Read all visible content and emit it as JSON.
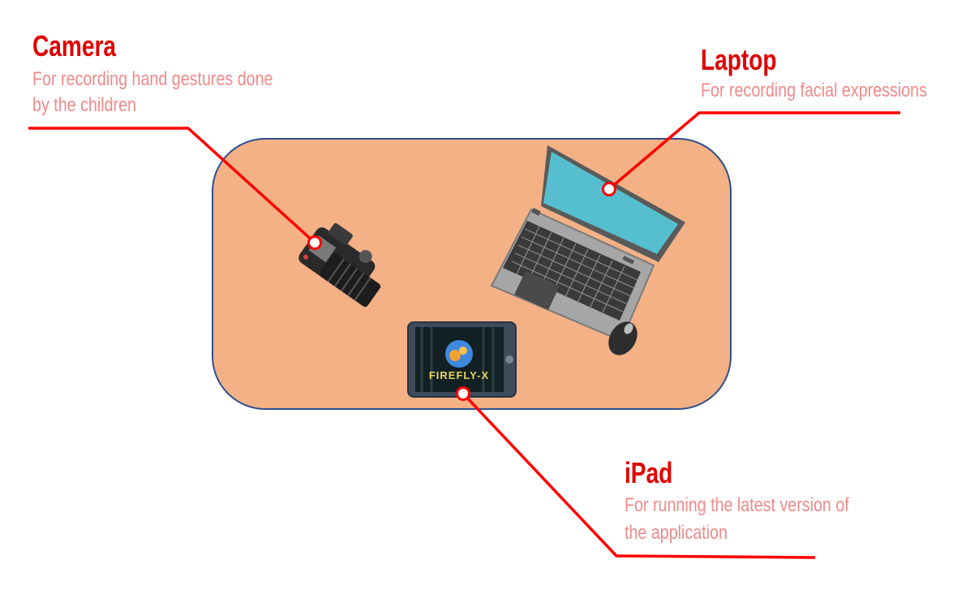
{
  "labels": {
    "camera": {
      "title": "Camera",
      "desc_line1": "For recording hand gestures done",
      "desc_line2": "by the children"
    },
    "laptop": {
      "title": "Laptop",
      "desc_line1": "For recording facial expressions"
    },
    "ipad": {
      "title": "iPad",
      "desc_line1": "For running the latest version of",
      "desc_line2": "the application",
      "screen_text": "FIREFLY-X"
    }
  },
  "colors": {
    "table": "#f3b185",
    "table_border": "#2f4f8f",
    "leader_line": "#ff0000",
    "title": "#e00000",
    "desc": "#f08a8a",
    "laptop_screen": "#56bfcf"
  }
}
